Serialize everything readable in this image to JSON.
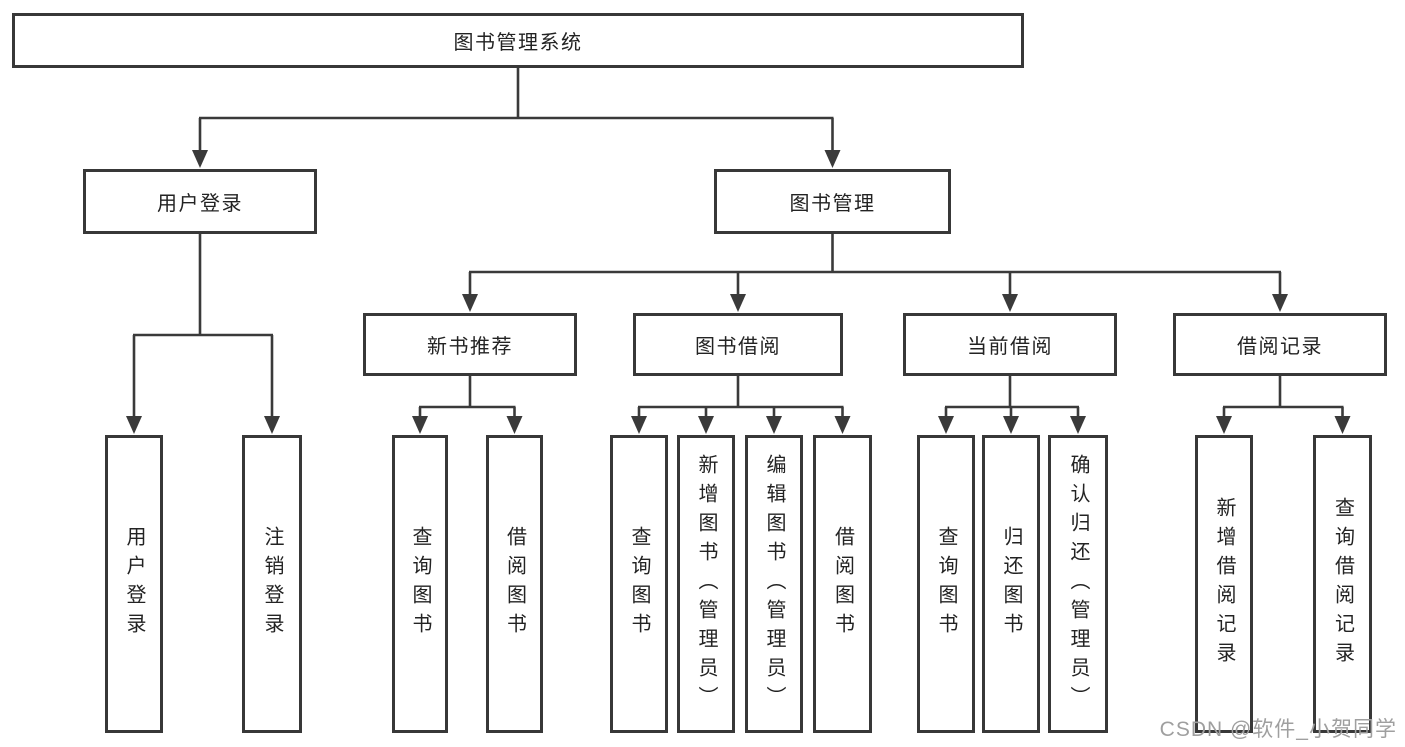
{
  "diagram": {
    "title": "图书管理系统",
    "nodes": [
      {
        "id": "root",
        "label": "图书管理系统",
        "parent": null
      },
      {
        "id": "login",
        "label": "用户登录",
        "parent": "root"
      },
      {
        "id": "manage",
        "label": "图书管理",
        "parent": "root"
      },
      {
        "id": "login-user",
        "label": "用户登录",
        "parent": "login"
      },
      {
        "id": "login-logout",
        "label": "注销登录",
        "parent": "login"
      },
      {
        "id": "recommend",
        "label": "新书推荐",
        "parent": "manage"
      },
      {
        "id": "borrow",
        "label": "图书借阅",
        "parent": "manage"
      },
      {
        "id": "current",
        "label": "当前借阅",
        "parent": "manage"
      },
      {
        "id": "records",
        "label": "借阅记录",
        "parent": "manage"
      },
      {
        "id": "rec-query",
        "label": "查询图书",
        "parent": "recommend"
      },
      {
        "id": "rec-borrow",
        "label": "借阅图书",
        "parent": "recommend"
      },
      {
        "id": "bor-query",
        "label": "查询图书",
        "parent": "borrow"
      },
      {
        "id": "bor-add",
        "label": "新增图书（管理员）",
        "parent": "borrow"
      },
      {
        "id": "bor-edit",
        "label": "编辑图书（管理员）",
        "parent": "borrow"
      },
      {
        "id": "bor-borrow",
        "label": "借阅图书",
        "parent": "borrow"
      },
      {
        "id": "cur-query",
        "label": "查询图书",
        "parent": "current"
      },
      {
        "id": "cur-return",
        "label": "归还图书",
        "parent": "current"
      },
      {
        "id": "cur-confirm",
        "label": "确认归还（管理员）",
        "parent": "current"
      },
      {
        "id": "recd-add",
        "label": "新增借阅记录",
        "parent": "records"
      },
      {
        "id": "recd-query",
        "label": "查询借阅记录",
        "parent": "records"
      }
    ]
  },
  "watermark": {
    "text": "CSDN @软件_小贺同学"
  },
  "colors": {
    "line": "#3a3a3a",
    "box_border": "#383838",
    "text": "#232323",
    "watermark": "#9f9f9f",
    "background": "#ffffff"
  }
}
